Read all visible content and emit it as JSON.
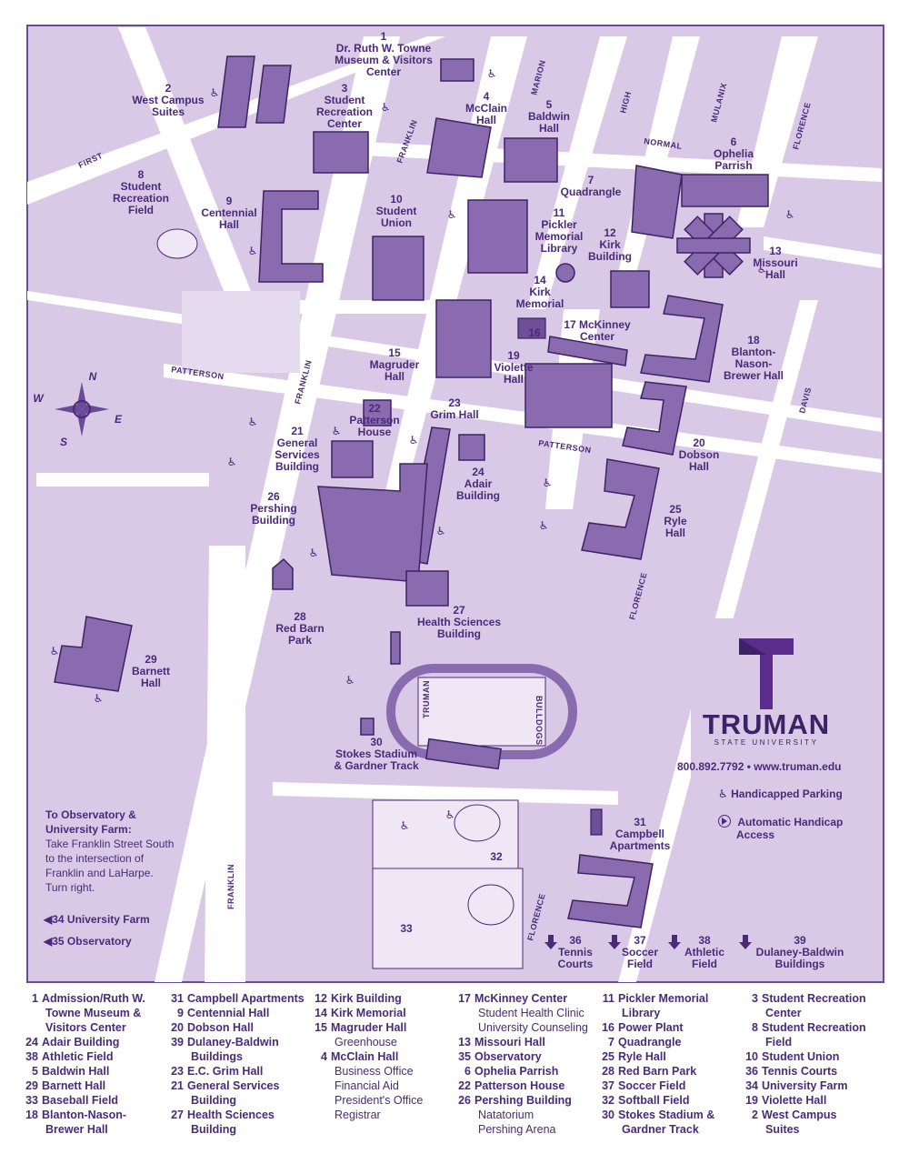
{
  "map": {
    "streets": {
      "first": "FIRST",
      "franklin": "FRANKLIN",
      "marion": "MARION",
      "high": "HIGH",
      "mulanix": "MULANIX",
      "florence": "FLORENCE",
      "normal": "NORMAL",
      "patterson": "PATTERSON",
      "davis": "DAVIS"
    },
    "compass": {
      "n": "N",
      "s": "S",
      "e": "E",
      "w": "W"
    },
    "labels": {
      "b1": [
        "1",
        "Dr. Ruth W. Towne",
        "Museum & Visitors",
        "Center"
      ],
      "b2": [
        "2",
        "West Campus",
        "Suites"
      ],
      "b3": [
        "3",
        "Student",
        "Recreation",
        "Center"
      ],
      "b4": [
        "4",
        "McClain",
        "Hall"
      ],
      "b5": [
        "5",
        "Baldwin",
        "Hall"
      ],
      "b6": [
        "6",
        "Ophelia",
        "Parrish"
      ],
      "b7": [
        "7",
        "Quadrangle"
      ],
      "b8": [
        "8",
        "Student",
        "Recreation",
        "Field"
      ],
      "b9": [
        "9",
        "Centennial",
        "Hall"
      ],
      "b10": [
        "10",
        "Student",
        "Union"
      ],
      "b11": [
        "11",
        "Pickler",
        "Memorial",
        "Library"
      ],
      "b12": [
        "12",
        "Kirk",
        "Building"
      ],
      "b13": [
        "13",
        "Missouri",
        "Hall"
      ],
      "b14": [
        "14",
        "Kirk",
        "Memorial"
      ],
      "b15": [
        "15",
        "Magruder",
        "Hall"
      ],
      "b16": [
        "16"
      ],
      "b17": [
        "17 McKinney",
        "Center"
      ],
      "b18": [
        "18",
        "Blanton-",
        "Nason-",
        "Brewer Hall"
      ],
      "b19": [
        "19",
        "Violette",
        "Hall"
      ],
      "b20": [
        "20",
        "Dobson",
        "Hall"
      ],
      "b21": [
        "21",
        "General",
        "Services",
        "Building"
      ],
      "b22": [
        "22",
        "Patterson",
        "House"
      ],
      "b23": [
        "23",
        "Grim Hall"
      ],
      "b24": [
        "24",
        "Adair",
        "Building"
      ],
      "b25": [
        "25",
        "Ryle",
        "Hall"
      ],
      "b26": [
        "26",
        "Pershing",
        "Building"
      ],
      "b27": [
        "27",
        "Health Sciences",
        "Building"
      ],
      "b28": [
        "28",
        "Red Barn",
        "Park"
      ],
      "b29": [
        "29",
        "Barnett",
        "Hall"
      ],
      "b30": [
        "30",
        "Stokes Stadium",
        "& Gardner Track"
      ],
      "b31": [
        "31",
        "Campbell",
        "Apartments"
      ],
      "b32": [
        "32"
      ],
      "b33": [
        "33"
      ],
      "b36": [
        "36",
        "Tennis",
        "Courts"
      ],
      "b37": [
        "37",
        "Soccer",
        "Field"
      ],
      "b38": [
        "38",
        "Athletic",
        "Field"
      ],
      "b39": [
        "39",
        "Dulaney-Baldwin",
        "Buildings"
      ]
    },
    "field_text": {
      "left": "TRUMAN",
      "right": "BULLDOGS"
    }
  },
  "logo": {
    "name": "TRUMAN",
    "tagline": "STATE UNIVERSITY"
  },
  "contact": {
    "phone_web": "800.892.7792 • www.truman.edu"
  },
  "key": {
    "handicapped": "Handicapped Parking",
    "auto_line1": "Automatic Handicap",
    "auto_line2": "Access"
  },
  "directions": {
    "heading1": "To Observatory &",
    "heading2": "University Farm:",
    "l1": "Take Franklin Street South",
    "l2": "to the intersection of",
    "l3": "Franklin and LaHarpe.",
    "l4": "Turn right.",
    "farm": "34 University Farm",
    "obs": "35 Observatory"
  },
  "legend": {
    "col1": [
      {
        "n": "1",
        "t": "Admission/Ruth W.",
        "c": [
          "Towne Museum &",
          "Visitors Center"
        ]
      },
      {
        "n": "24",
        "t": "Adair Building"
      },
      {
        "n": "38",
        "t": "Athletic Field"
      },
      {
        "n": "5",
        "t": "Baldwin Hall"
      },
      {
        "n": "29",
        "t": "Barnett Hall"
      },
      {
        "n": "33",
        "t": "Baseball Field"
      },
      {
        "n": "18",
        "t": "Blanton-Nason-",
        "c": [
          "Brewer Hall"
        ]
      }
    ],
    "col2": [
      {
        "n": "31",
        "t": "Campbell Apartments"
      },
      {
        "n": "9",
        "t": "Centennial Hall"
      },
      {
        "n": "20",
        "t": "Dobson Hall"
      },
      {
        "n": "39",
        "t": "Dulaney-Baldwin",
        "c": [
          "Buildings"
        ]
      },
      {
        "n": "23",
        "t": "E.C. Grim Hall"
      },
      {
        "n": "21",
        "t": "General Services",
        "c": [
          "Building"
        ]
      },
      {
        "n": "27",
        "t": "Health Sciences",
        "c": [
          "Building"
        ]
      }
    ],
    "col3": [
      {
        "n": "12",
        "t": "Kirk Building"
      },
      {
        "n": "14",
        "t": "Kirk Memorial"
      },
      {
        "n": "15",
        "t": "Magruder Hall",
        "s": [
          "Greenhouse"
        ]
      },
      {
        "n": "4",
        "t": "McClain Hall",
        "s": [
          "Business Office",
          "Financial Aid",
          "President's Office",
          "Registrar"
        ]
      }
    ],
    "col4": [
      {
        "n": "17",
        "t": "McKinney Center",
        "s": [
          "Student Health Clinic",
          "University Counseling"
        ]
      },
      {
        "n": "13",
        "t": "Missouri Hall"
      },
      {
        "n": "35",
        "t": "Observatory"
      },
      {
        "n": "6",
        "t": "Ophelia Parrish"
      },
      {
        "n": "22",
        "t": "Patterson House"
      },
      {
        "n": "26",
        "t": "Pershing Building",
        "s": [
          "Natatorium",
          "Pershing Arena"
        ]
      }
    ],
    "col5": [
      {
        "n": "11",
        "t": "Pickler Memorial",
        "c": [
          "Library"
        ]
      },
      {
        "n": "16",
        "t": "Power Plant"
      },
      {
        "n": "7",
        "t": "Quadrangle"
      },
      {
        "n": "25",
        "t": "Ryle Hall"
      },
      {
        "n": "28",
        "t": "Red Barn Park"
      },
      {
        "n": "37",
        "t": "Soccer Field"
      },
      {
        "n": "32",
        "t": "Softball Field"
      },
      {
        "n": "30",
        "t": "Stokes Stadium &",
        "c": [
          "Gardner Track"
        ]
      }
    ],
    "col6": [
      {
        "n": "3",
        "t": "Student Recreation",
        "c": [
          "Center"
        ]
      },
      {
        "n": "8",
        "t": "Student Recreation",
        "c": [
          "Field"
        ]
      },
      {
        "n": "10",
        "t": "Student Union"
      },
      {
        "n": "36",
        "t": "Tennis Courts"
      },
      {
        "n": "34",
        "t": "University Farm"
      },
      {
        "n": "19",
        "t": "Violette Hall"
      },
      {
        "n": "2",
        "t": "West Campus",
        "c": [
          "Suites"
        ]
      }
    ]
  }
}
